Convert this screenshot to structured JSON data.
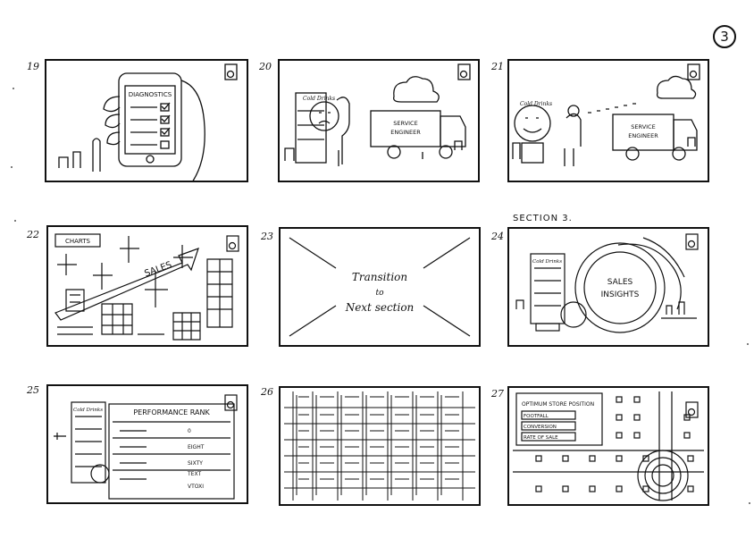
{
  "page_number": "3",
  "section_heading": "SECTION 3.",
  "panels": [
    {
      "number": "19",
      "texts": [
        "DIAGNOSTICS"
      ]
    },
    {
      "number": "20",
      "texts": [
        "Cold Drinks",
        "SERVICE",
        "ENGINEER"
      ]
    },
    {
      "number": "21",
      "texts": [
        "Cold Drinks",
        "SERVICE",
        "ENGINEER"
      ]
    },
    {
      "number": "22",
      "texts": [
        "CHARTS",
        "SALES"
      ]
    },
    {
      "number": "23",
      "texts": [
        "Transition",
        "to",
        "Next section"
      ]
    },
    {
      "number": "24",
      "texts": [
        "Cold Drinks",
        "SALES",
        "INSIGHTS"
      ]
    },
    {
      "number": "25",
      "texts": [
        "Cold Drinks",
        "PERFORMANCE RANK",
        "0",
        "EIGHT",
        "SIXTY",
        "TEXT",
        "VTOXI"
      ]
    },
    {
      "number": "26",
      "texts": []
    },
    {
      "number": "27",
      "texts": [
        "OPTIMUM STORE POSITION",
        "FOOTFALL",
        "CONVERSION",
        "RATE OF SALE"
      ]
    }
  ]
}
